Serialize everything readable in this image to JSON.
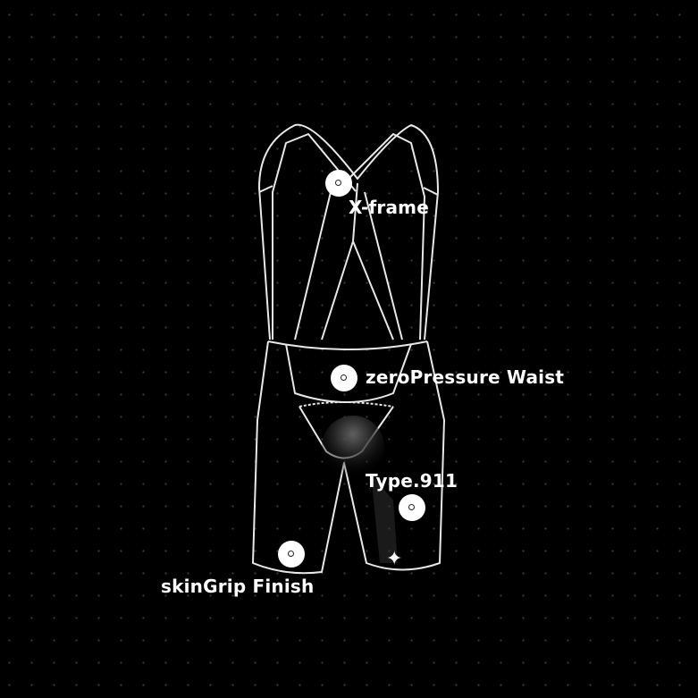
{
  "hotspots": [
    {
      "id": "x-frame",
      "label": "X-frame"
    },
    {
      "id": "zeropressure-waist",
      "label": "zeroPressure Waist"
    },
    {
      "id": "type-911",
      "label": "Type.911"
    },
    {
      "id": "skingrip-finish",
      "label": "skinGrip Finish"
    }
  ],
  "colors": {
    "background": "#000000",
    "outline": "#e8e8e8",
    "hotspot": "#ffffff"
  }
}
